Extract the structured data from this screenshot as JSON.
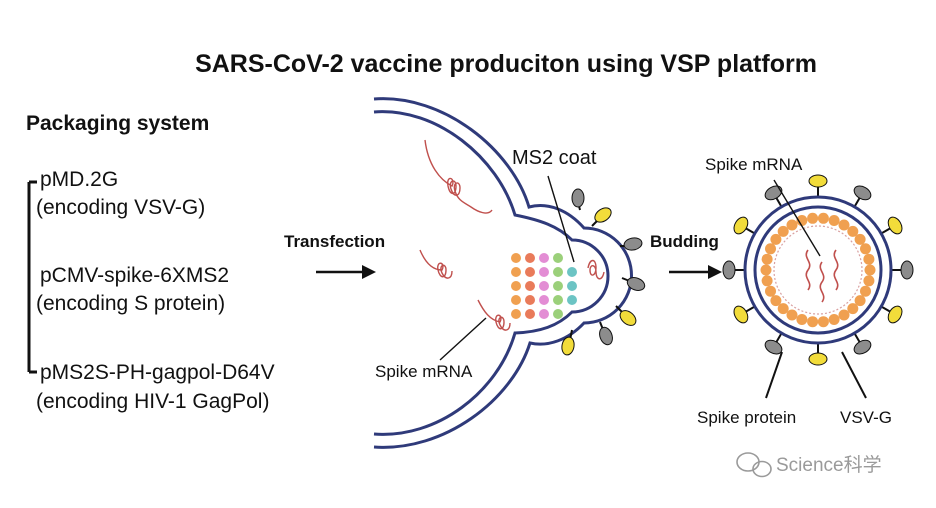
{
  "title": "SARS-CoV-2 vaccine produciton using VSP platform",
  "packaging": {
    "heading": "Packaging system",
    "plasmids": [
      {
        "name": "pMD.2G",
        "desc": "(encoding VSV-G)"
      },
      {
        "name": "pCMV-spike-6XMS2",
        "desc": "(encoding S protein)"
      },
      {
        "name": "pMS2S-PH-gagpol-D64V",
        "desc": "(encoding HIV-1 GagPol)"
      }
    ]
  },
  "steps": {
    "transfection": "Transfection",
    "budding": "Budding"
  },
  "cell": {
    "ms2_label": "MS2 coat",
    "mrna_label": "Spike mRNA"
  },
  "particle": {
    "mrna_label": "Spike mRNA",
    "spike_label": "Spike protein",
    "vsvg_label": "VSV-G"
  },
  "watermark": "Science科学",
  "colors": {
    "membrane": "#2f3a7a",
    "rna": "#c0504d",
    "capsid": "#f0a050",
    "spike": "#f2dc3a",
    "vsvg": "#8c8c8c"
  }
}
